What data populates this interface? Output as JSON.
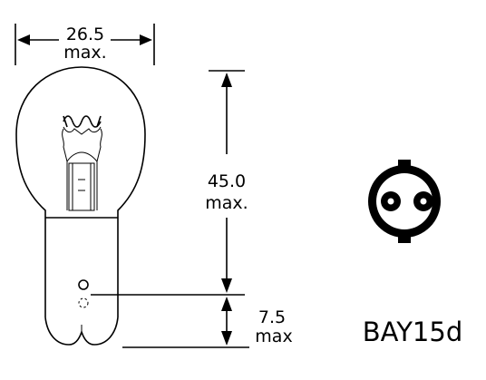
{
  "dimensions": {
    "width": {
      "value": "26.5",
      "qualifier": "max."
    },
    "height": {
      "value": "45.0",
      "qualifier": "max."
    },
    "offset": {
      "value": "7.5",
      "qualifier": "max"
    }
  },
  "base_type": "BAY15d"
}
